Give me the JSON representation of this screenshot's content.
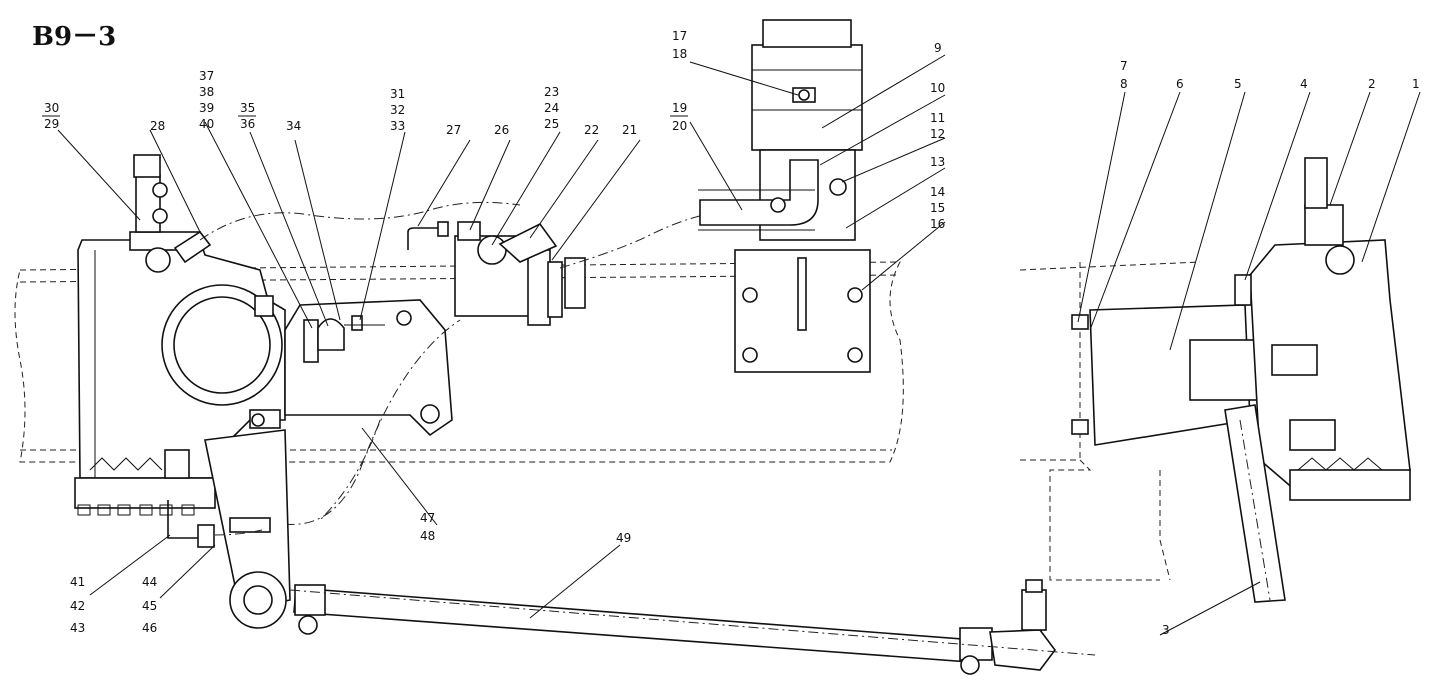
{
  "title": "B9－3",
  "callouts": {
    "c1": "1",
    "c2": "2",
    "c3": "3",
    "c4": "4",
    "c5": "5",
    "c6": "6",
    "c7": "7",
    "c8": "8",
    "c9": "9",
    "c10": "10",
    "c11": "11",
    "c12": "12",
    "c13": "13",
    "c14": "14",
    "c15": "15",
    "c16": "16",
    "c17": "17",
    "c18": "18",
    "c19": "19",
    "c20": "20",
    "c21": "21",
    "c22": "22",
    "c23": "23",
    "c24": "24",
    "c25": "25",
    "c26": "26",
    "c27": "27",
    "c28": "28",
    "c29": "29",
    "c30": "30",
    "c31": "31",
    "c32": "32",
    "c33": "33",
    "c34": "34",
    "c35": "35",
    "c36": "36",
    "c37": "37",
    "c38": "38",
    "c39": "39",
    "c40": "40",
    "c41": "41",
    "c42": "42",
    "c43": "43",
    "c44": "44",
    "c45": "45",
    "c46": "46",
    "c47": "47",
    "c48": "48",
    "c49": "49"
  }
}
